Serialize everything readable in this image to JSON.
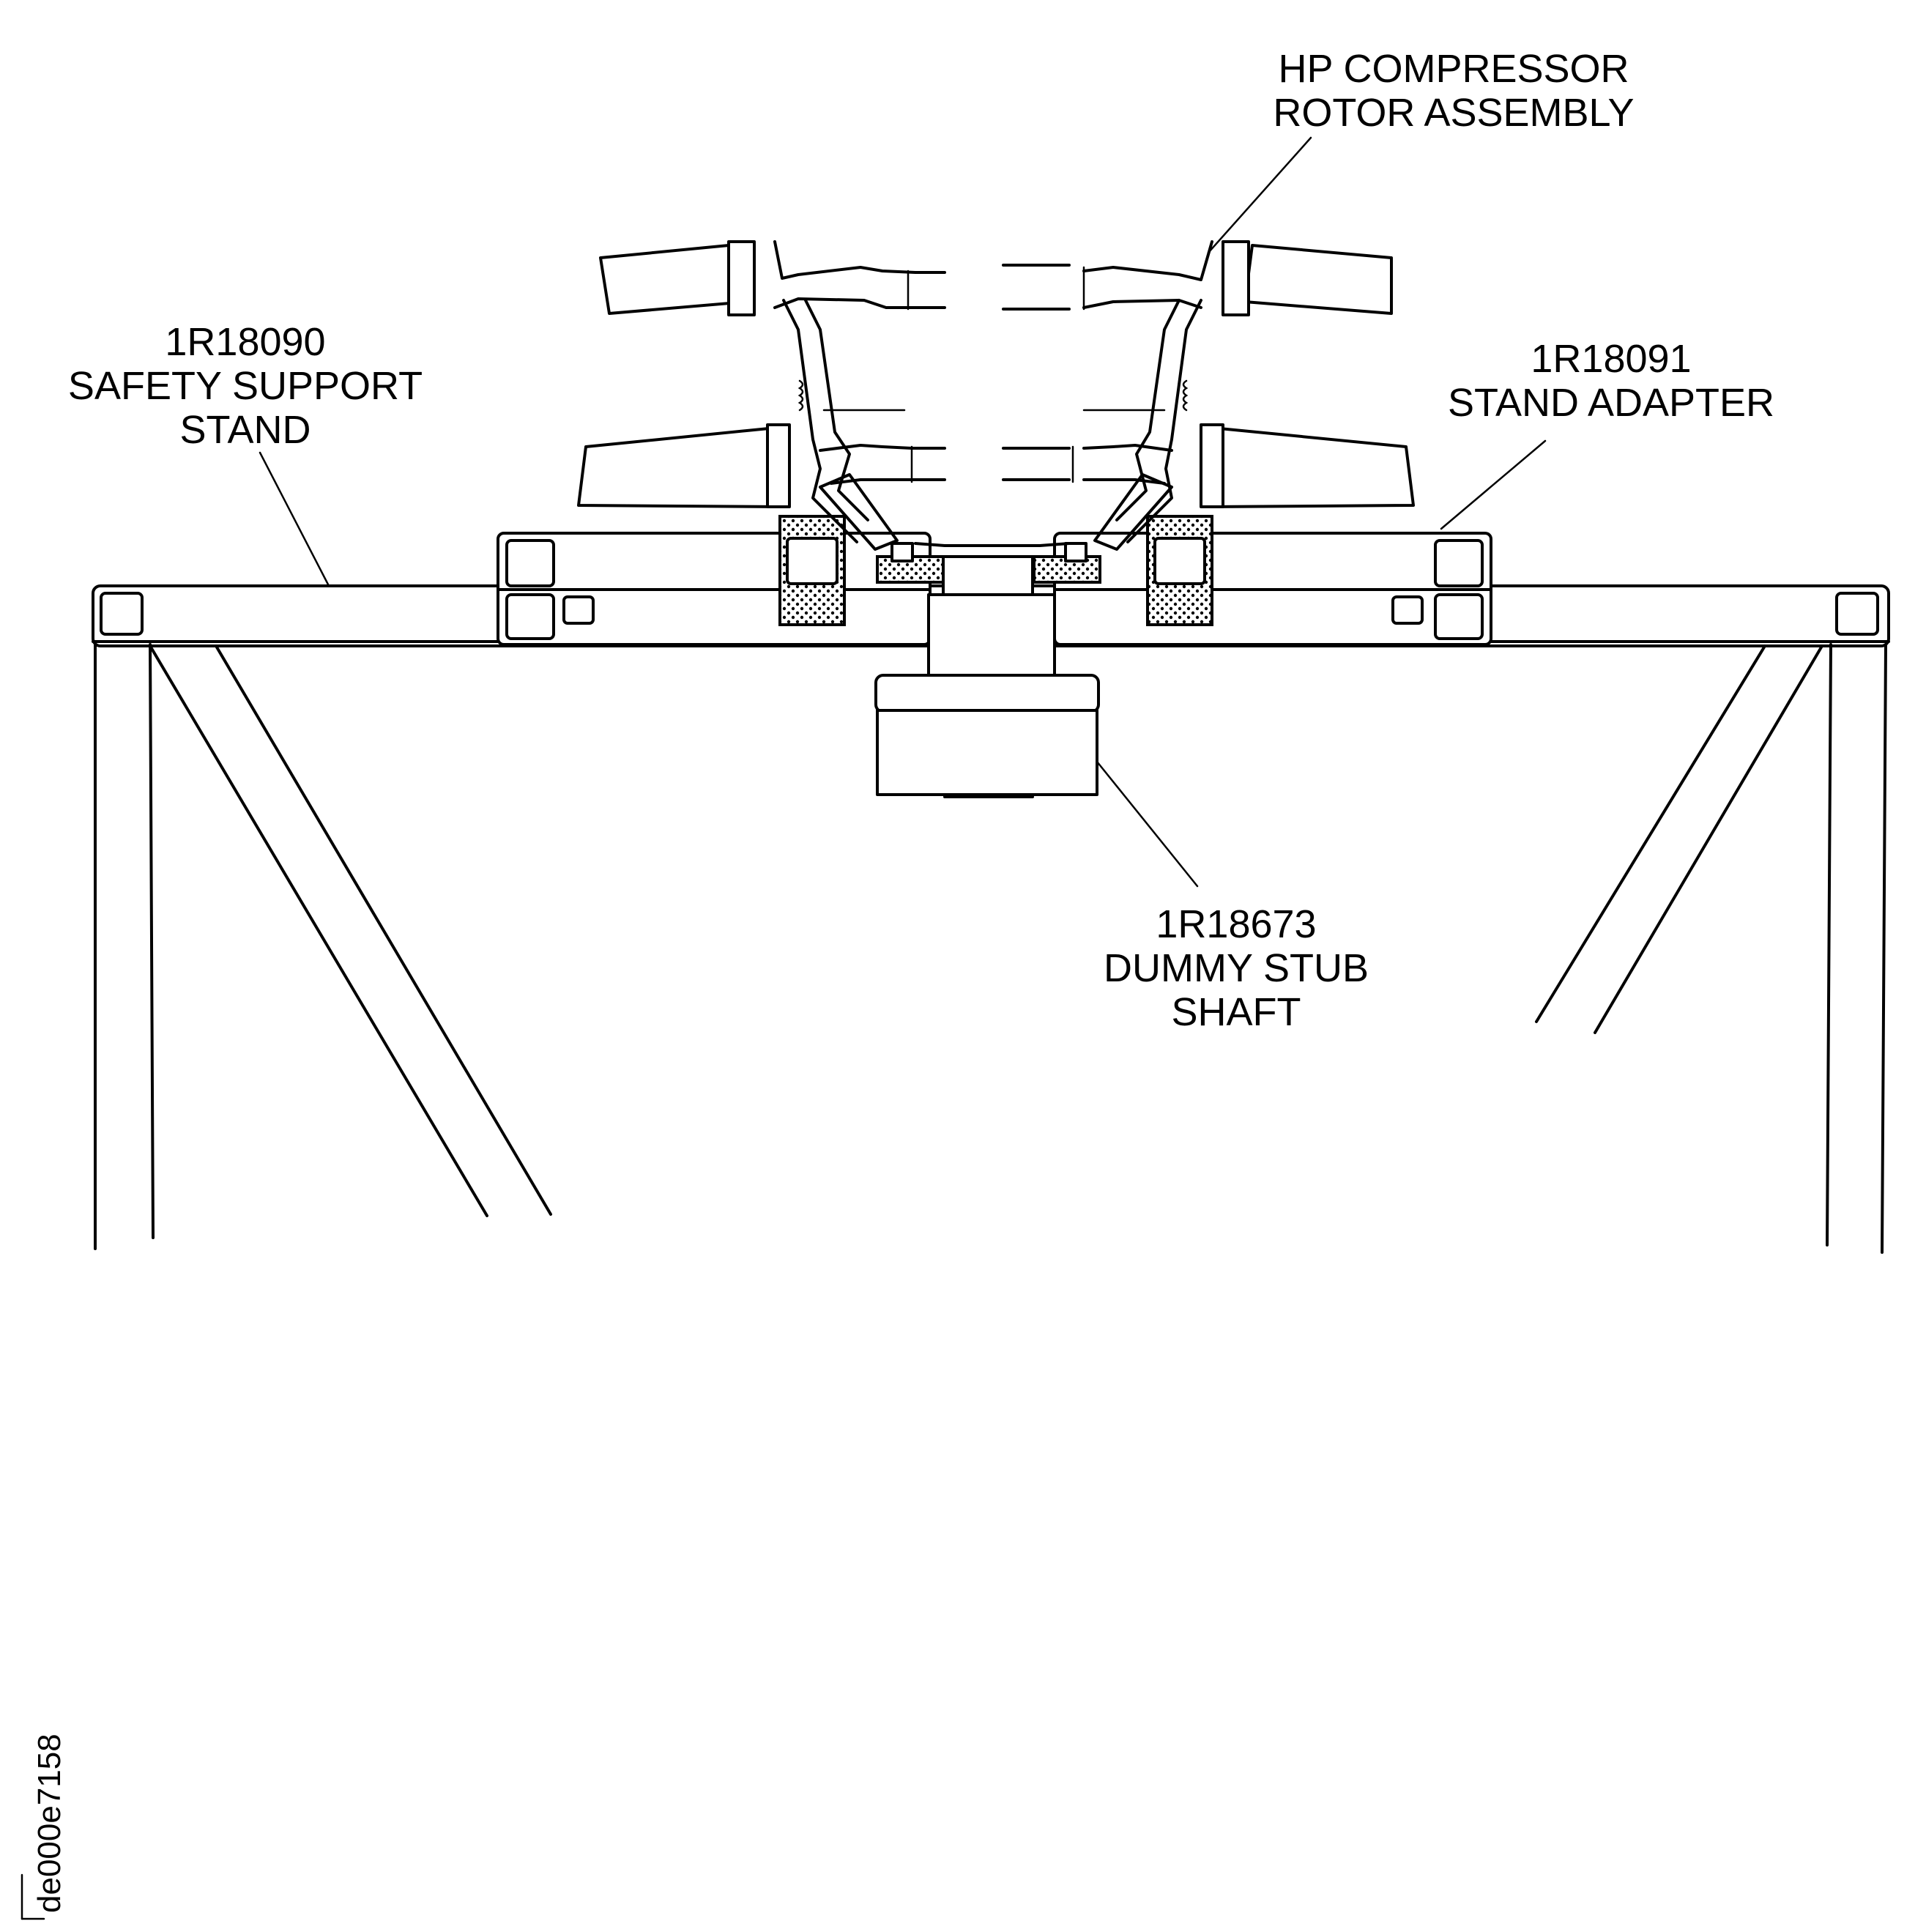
{
  "labels": {
    "rotor": {
      "line1": "HP COMPRESSOR",
      "line2": "ROTOR  ASSEMBLY"
    },
    "stand": {
      "line1": "1R18090",
      "line2": "SAFETY SUPPORT",
      "line3": "STAND"
    },
    "adapter": {
      "line1": "1R18091",
      "line2": "STAND ADAPTER"
    },
    "shaft": {
      "line1": "1R18673",
      "line2": "DUMMY STUB",
      "line3": "SHAFT"
    }
  },
  "figure_id": "de000e7158",
  "colors": {
    "ink": "#000000",
    "paper": "#ffffff"
  }
}
